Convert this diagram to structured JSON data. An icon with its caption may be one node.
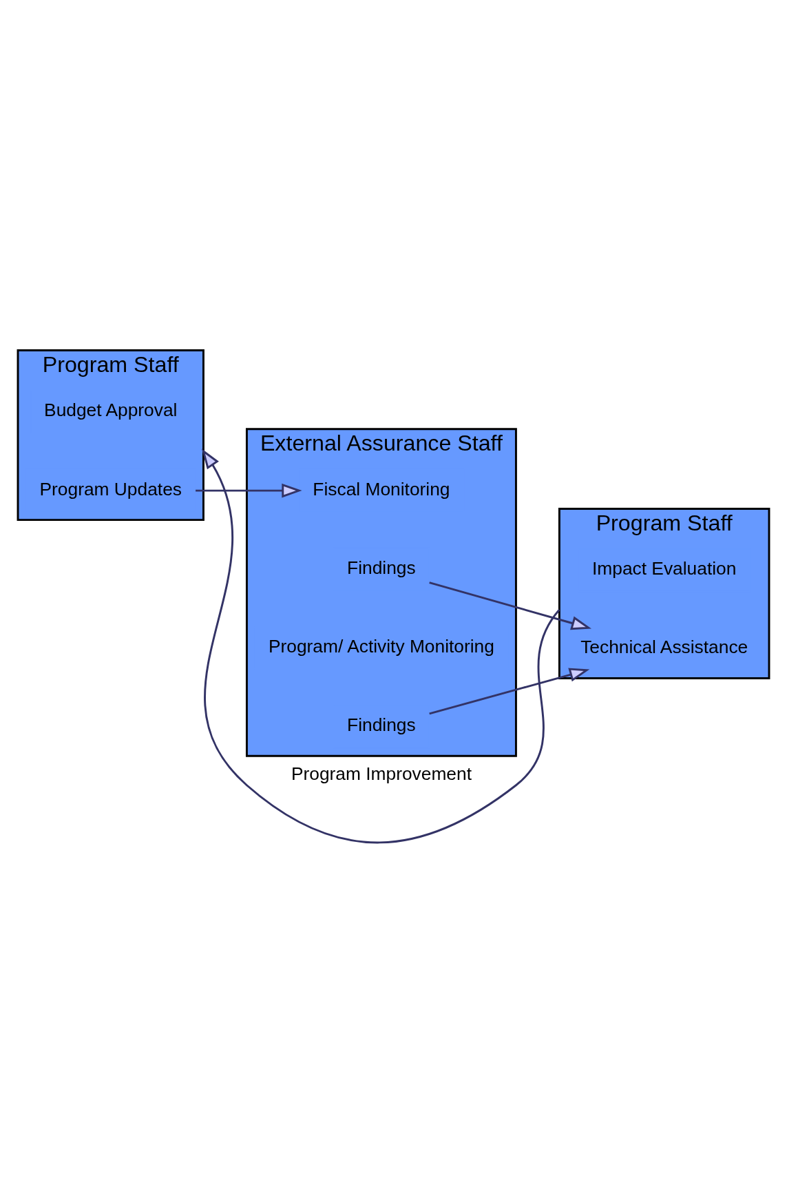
{
  "diagram": {
    "nodes": [
      {
        "text": [
          "Program Staff"
        ]
      },
      {
        "text": [
          "Budget Approval"
        ],
        "in": 0
      },
      {
        "text": [
          "Program Updates"
        ],
        "in": 0
      },
      {
        "text": [
          "External Assurance Staff"
        ]
      },
      {
        "text": [
          "Fiscal Monitoring"
        ],
        "in": 3
      },
      {
        "text": [
          "Findings"
        ],
        "in": 3
      },
      {
        "text": [
          "Program/ Activity Monitoring"
        ],
        "in": 3
      },
      {
        "text": [
          "Findings"
        ],
        "in": 3
      },
      {
        "text": [
          "Program Staff"
        ]
      },
      {
        "text": [
          "Impact Evaluation"
        ],
        "in": 8
      },
      {
        "text": [
          "Technical Assistance"
        ],
        "in": 8
      }
    ],
    "edges": [
      {
        "from": 2,
        "to": 4,
        "arrow": "to"
      },
      {
        "from": 5,
        "to": 10,
        "arrow": "to"
      },
      {
        "from": 7,
        "to": 10,
        "arrow": "to"
      },
      {
        "from": 8,
        "to": 0,
        "arrow": "to",
        "label": "Program Improvement"
      }
    ]
  }
}
